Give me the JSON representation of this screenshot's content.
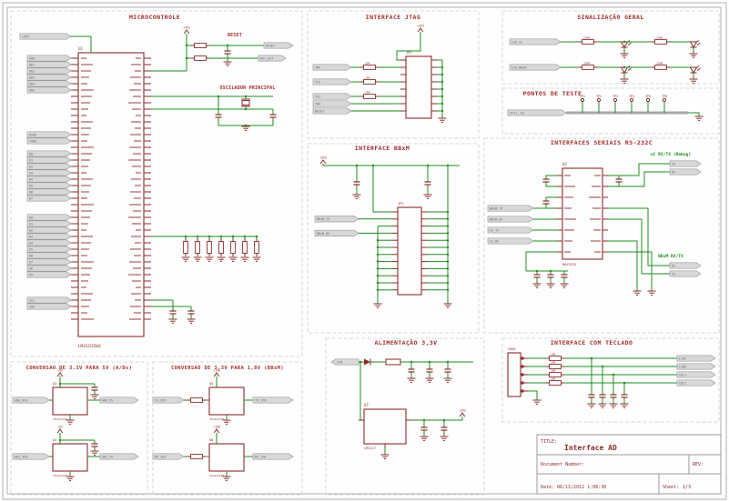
{
  "colors": {
    "symbol": "#8b2a2a",
    "wire": "#1e8c1e",
    "flag_fill": "#d8d8d8",
    "flag_stroke": "#9c9c9c",
    "flag_text": "#6a6a6a",
    "bus": "#a8a8a8",
    "frame": "#b0b0b0",
    "section_border": "#cbcbcb",
    "title_text": "#a32a2a"
  },
  "sections": {
    "micro": {
      "title": "MICROCONTROLE",
      "reset_title": "RESET",
      "osc_title": "OSCILADOR PRINCIPAL",
      "ic_ref": "U1",
      "ic_value": "LM3S2CH50C",
      "power_flag": "+3V3",
      "reset_flag": "RESET",
      "reset_flag2": "RST_EXT",
      "flags_adc": [
        "AD0",
        "AD1",
        "AD2",
        "AD3",
        "AD4",
        "AD5"
      ],
      "flags_uart": [
        "RXD0",
        "TXD0"
      ],
      "flags_data": [
        "D0",
        "D1",
        "D2",
        "D3",
        "D4",
        "D5",
        "D6",
        "D7"
      ],
      "flags_addr": [
        "A0",
        "A1",
        "A2",
        "A3",
        "A4",
        "A5",
        "A6",
        "A7",
        "A8",
        "A9"
      ],
      "flags_i2c": [
        "SCL",
        "SDA"
      ]
    },
    "jtag": {
      "title": "INTERFACE JTAG",
      "conn_ref": "JP1",
      "power_flag": "+3V3",
      "res_value": "10K",
      "pull_nets": [
        "TMS",
        "TCK",
        "TDI"
      ],
      "direct_nets": [
        "TDO",
        "RESET"
      ]
    },
    "sinal": {
      "title": "SINALIZAÇÃO GERAL",
      "rows": [
        {
          "net": "LED_uC",
          "res": "330R"
        },
        {
          "net": "LED_BBxM",
          "res": "330R"
        }
      ]
    },
    "teste": {
      "title": "PONTOS DE TESTE",
      "bus_flag": "TP[1..6]",
      "points": [
        "TP1",
        "TP2",
        "TP3",
        "TP4",
        "TP5",
        "TP6"
      ]
    },
    "bbxm": {
      "title": "INTERFACE BBxM",
      "conn_ref": "JP2",
      "power_flag": "+3V3",
      "flags": [
        "BBxM_TX",
        "BBxM_RX"
      ]
    },
    "serial": {
      "title": "INTERFACES SERIAIS RS-232C",
      "ic_ref": "U2",
      "ic_value": "MAX3232",
      "debug_label": "uC RX/TX (Debug)",
      "bbxm_label": "BBxM RX/TX",
      "left_flags": [
        "BBxM_TX",
        "BBxM_RX",
        "uC_TX",
        "uC_RX"
      ],
      "debug_flags": [
        "TX",
        "RX"
      ],
      "bbxm_flags": [
        "RX",
        "TX"
      ]
    },
    "conv5": {
      "title": "CONVERSAO DE 3,3V PARA 5V (A/Ds)",
      "power_flag": "+5V",
      "circuits": [
        {
          "ref": "U3",
          "value": "74LVC1T45",
          "in": "AD0_3V3",
          "out": "AD0_5V"
        },
        {
          "ref": "U4",
          "value": "74LVC1T45",
          "in": "AD1_3V3",
          "out": "AD1_5V"
        }
      ]
    },
    "conv18": {
      "title": "CONVERSAO DE 3,3V PARA 1,8V (BBxM)",
      "power_flag": "+1V8",
      "circuits": [
        {
          "ref": "U5",
          "value": "74LVC1T45",
          "in": "TX_3V3",
          "out": "TX_1V8"
        },
        {
          "ref": "U6",
          "value": "74LVC1T45",
          "in": "RX_3V3",
          "out": "RX_1V8"
        }
      ]
    },
    "alim": {
      "title": "ALIMENTAÇÃO 3,3V",
      "in_flag": "VIN",
      "power_flag": "+3V3",
      "ic_ref": "U7",
      "ic_value": "LM1117"
    },
    "teclado": {
      "title": "INTERFACE COM TECLADO",
      "conn_ref": "CON1",
      "res_value": "10K",
      "out_flags": [
        "LIN1",
        "LIN2",
        "COL1",
        "COL2"
      ]
    }
  },
  "titleblock": {
    "title_label": "TITLE:",
    "title_value": "Interface AD",
    "doc_label": "Document Number:",
    "doc_value": "",
    "rev_label": "REV:",
    "rev_value": "",
    "date_label": "Date:",
    "date_value": "06/11/2012 1:08:30",
    "sheet_label": "Sheet:",
    "sheet_value": "1/3"
  }
}
